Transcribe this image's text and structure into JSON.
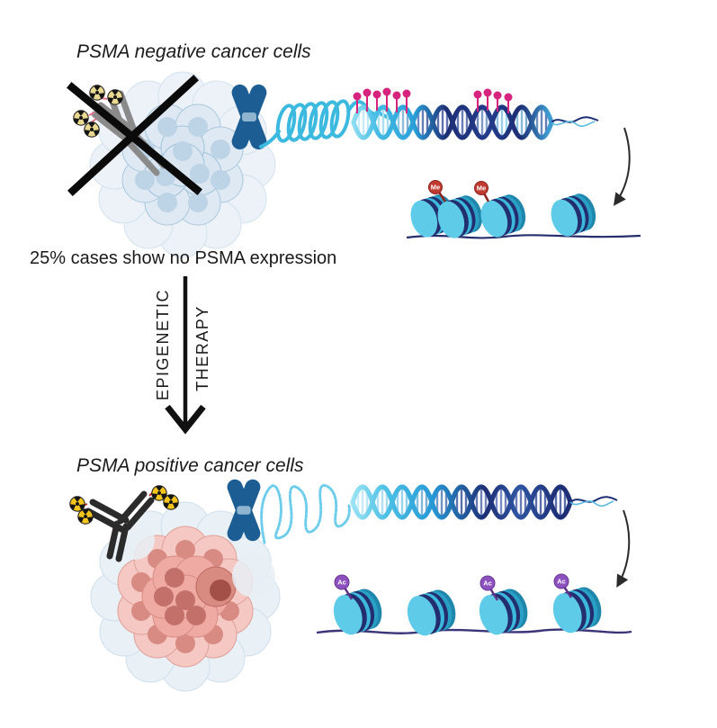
{
  "top_panel": {
    "title": "PSMA negative cancer cells",
    "caption": "25% cases show no PSMA expression",
    "methyl_label": "Me",
    "icons": [
      "crossed-out-radiolabeled-antibody",
      "psma-negative-cell-cluster",
      "condensed-chromosome",
      "coiled-chromatin",
      "methylated-dna-helix",
      "closed-nucleosomes-with-methyl-marks"
    ]
  },
  "arrow": {
    "label_line1": "EPIGENETIC",
    "label_line2": "THERAPY"
  },
  "bottom_panel": {
    "title": "PSMA positive cancer cells",
    "acetyl_label": "Ac",
    "icons": [
      "radiolabeled-antibody",
      "psma-positive-cell-cluster",
      "condensed-chromosome",
      "open-beaded-chromatin",
      "unmethylated-dna-helix",
      "open-nucleosomes-with-acetyl-marks"
    ]
  },
  "colors": {
    "chromosome_blue": "#1c5e94",
    "helix_cyan": "#45bce4",
    "helix_navy": "#1d2e74",
    "methylation_pink": "#d6247e",
    "methyl_badge_red": "#bf3a31",
    "acetyl_badge_purple": "#8d51be",
    "nucleosome_cyan": "#3cb8dc",
    "dna_strand_navy": "#262e6d",
    "negative_cell_blue": "#dbe8f2",
    "positive_cell_pink": "#efaaa3",
    "radiolabel_yellow": "#f5c51b",
    "arrow_black": "#111111"
  }
}
